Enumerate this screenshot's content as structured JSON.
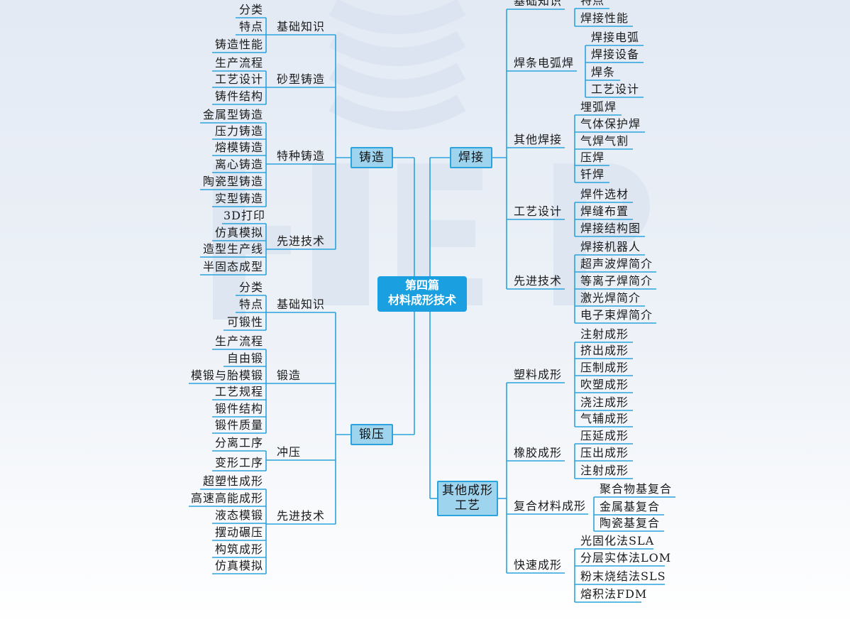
{
  "center": {
    "line1": "第四篇",
    "line2": "材料成形技术"
  },
  "branches": [
    {
      "label": "铸造",
      "groups": [
        {
          "label": "基础知识",
          "leaves": [
            "分类",
            "特点",
            "铸造性能"
          ]
        },
        {
          "label": "砂型铸造",
          "leaves": [
            "生产流程",
            "工艺设计",
            "铸件结构"
          ]
        },
        {
          "label": "特种铸造",
          "leaves": [
            "金属型铸造",
            "压力铸造",
            "熔模铸造",
            "离心铸造",
            "陶瓷型铸造",
            "实型铸造"
          ]
        },
        {
          "label": "先进技术",
          "leaves": [
            "3D打印",
            "仿真模拟",
            "造型生产线",
            "半固态成型"
          ]
        }
      ]
    },
    {
      "label": "锻压",
      "groups": [
        {
          "label": "基础知识",
          "leaves": [
            "分类",
            "特点",
            "可锻性"
          ]
        },
        {
          "label": "锻造",
          "leaves": [
            "生产流程",
            "自由锻",
            "模锻与胎模锻",
            "工艺规程",
            "锻件结构",
            "锻件质量"
          ]
        },
        {
          "label": "冲压",
          "leaves": [
            "分离工序",
            "变形工序"
          ]
        },
        {
          "label": "先进技术",
          "leaves": [
            "超塑性成形",
            "高速高能成形",
            "液态模锻",
            "摆动碾压",
            "构筑成形",
            "仿真模拟"
          ]
        }
      ]
    },
    {
      "label": "焊接",
      "groups": [
        {
          "label": "基础知识",
          "leaves": [
            "特点",
            "焊接性能"
          ]
        },
        {
          "label": "焊条电弧焊",
          "leaves": [
            "焊接电弧",
            "焊接设备",
            "焊条",
            "工艺设计"
          ]
        },
        {
          "label": "其他焊接",
          "leaves": [
            "埋弧焊",
            "气体保护焊",
            "气焊气割",
            "压焊",
            "钎焊"
          ]
        },
        {
          "label": "工艺设计",
          "leaves": [
            "焊件选材",
            "焊缝布置",
            "焊接结构图"
          ]
        },
        {
          "label": "先进技术",
          "leaves": [
            "焊接机器人",
            "超声波焊简介",
            "等离子焊简介",
            "激光焊简介",
            "电子束焊简介"
          ]
        }
      ]
    },
    {
      "label1": "其他成形",
      "label2": "工艺",
      "groups": [
        {
          "label": "塑料成形",
          "leaves": [
            "注射成形",
            "挤出成形",
            "压制成形",
            "吹塑成形",
            "浇注成形",
            "气辅成形"
          ]
        },
        {
          "label": "橡胶成形",
          "leaves": [
            "压延成形",
            "压出成形",
            "注射成形"
          ]
        },
        {
          "label": "复合材料成形",
          "leaves": [
            "聚合物基复合",
            "金属基复合",
            "陶瓷基复合"
          ]
        },
        {
          "label": "快速成形",
          "leaves": [
            "光固化法SLA",
            "分层实体法LOM",
            "粉末烧结法SLS",
            "熔积法FDM"
          ]
        }
      ]
    }
  ],
  "colors": {
    "line": "#2ba3dd",
    "box_fill": "#9fd4ef",
    "center_fill": "#1aa0e0",
    "watermark": "#dfe7f1"
  }
}
